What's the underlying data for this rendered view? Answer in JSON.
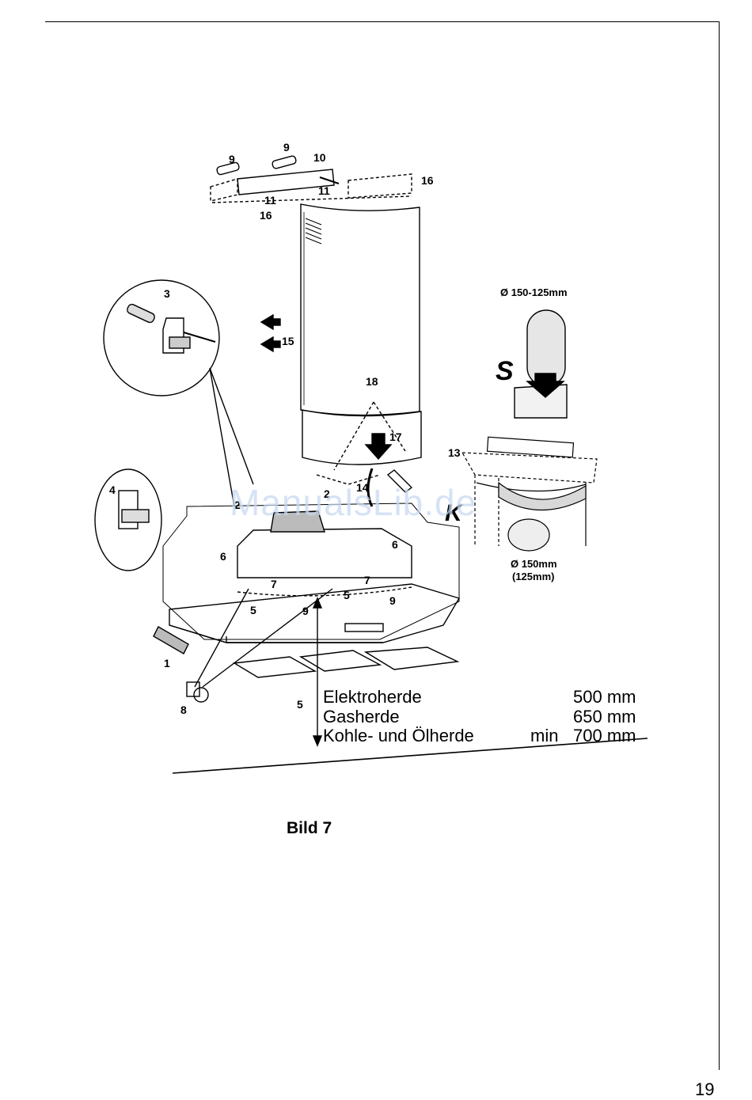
{
  "diagram": {
    "callouts": {
      "c9a": "9",
      "c9b": "9",
      "c10": "10",
      "c11a": "11",
      "c11b": "11",
      "c16a": "16",
      "c16b": "16",
      "c3": "3",
      "c15": "15",
      "c18": "18",
      "c17": "17",
      "c14": "14",
      "c2a": "2",
      "c2b": "2",
      "c4": "4",
      "c6a": "6",
      "c6b": "6",
      "c7a": "7",
      "c7b": "7",
      "c5a": "5",
      "c5b": "5",
      "c9c": "9",
      "c9d": "9",
      "c1": "1",
      "c8": "8",
      "c5c": "5",
      "c13": "13"
    },
    "letter_s": "S",
    "letter_k": "K",
    "dia_top": "Ø 150-125mm",
    "dia_bottom": "Ø 150mm",
    "dia_bottom_alt": "(125mm)"
  },
  "specs": [
    {
      "label": "Elektroherde",
      "prefix": "",
      "value": "500 mm"
    },
    {
      "label": "Gasherde",
      "prefix": "",
      "value": "650 mm"
    },
    {
      "label": "Kohle- und Ölherde",
      "prefix": "min",
      "value": "700 mm"
    }
  ],
  "caption": "Bild 7",
  "watermark": "ManualsLib.de",
  "page_number": "19"
}
